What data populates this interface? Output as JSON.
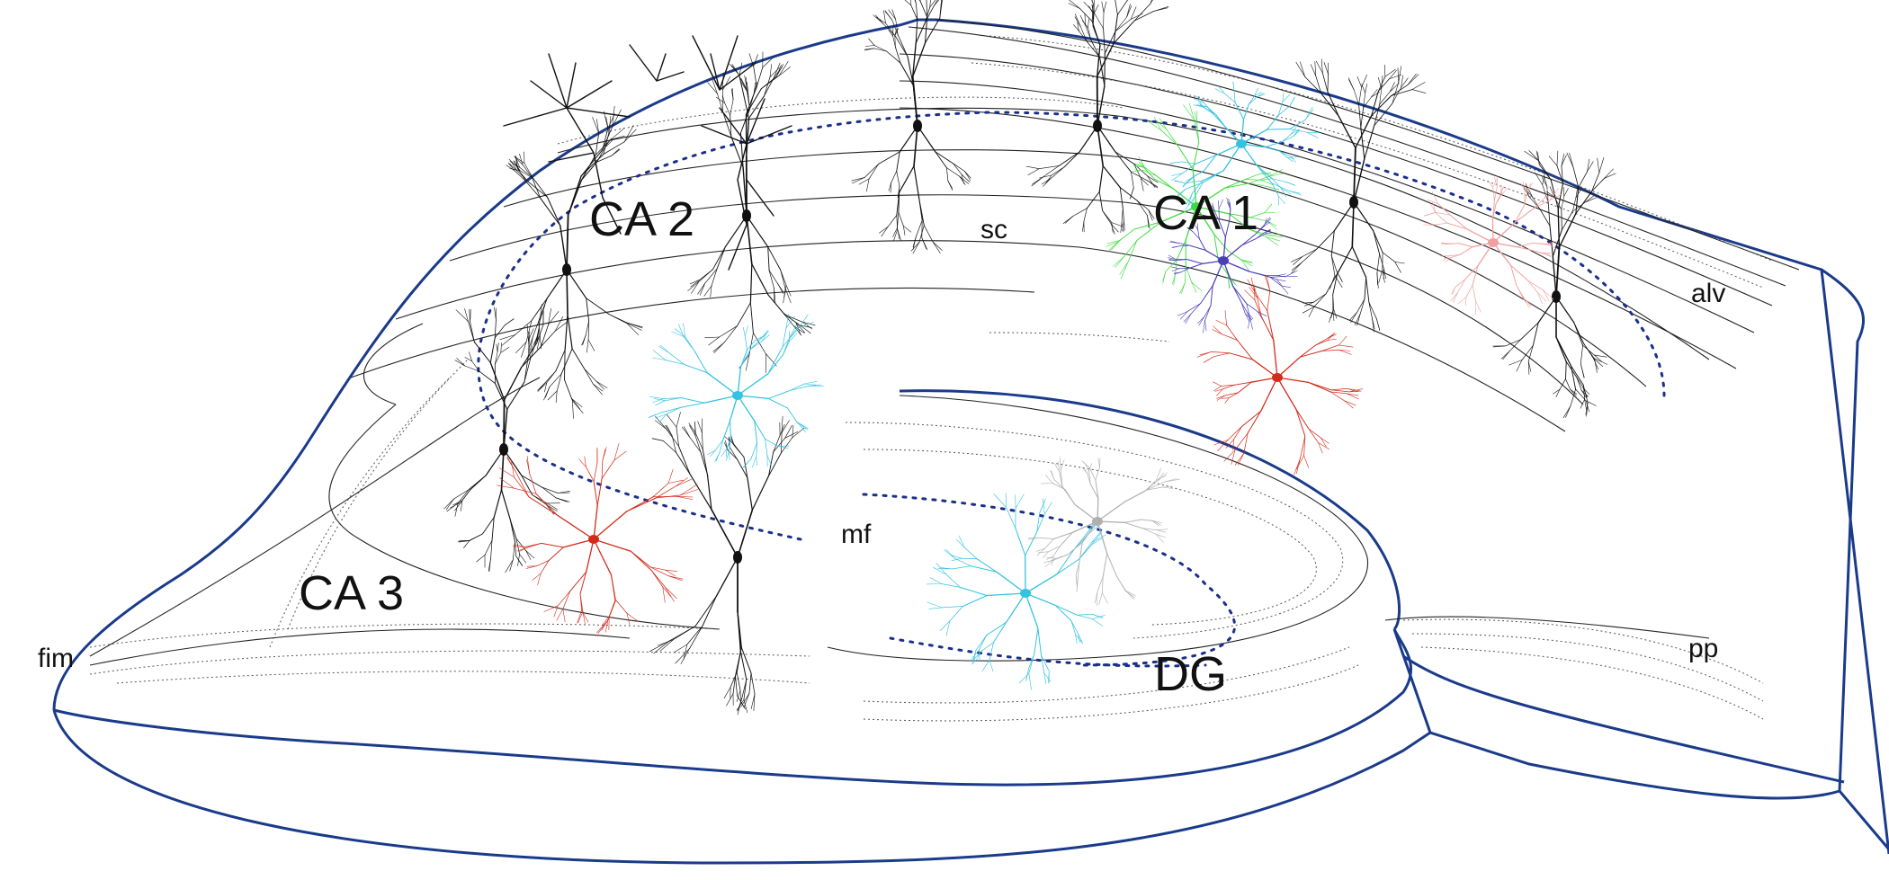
{
  "regions": {
    "ca1": "CA 1",
    "ca2": "CA 2",
    "ca3": "CA 3",
    "dg": "DG"
  },
  "pathways": {
    "sc": "sc",
    "alv": "alv",
    "mf": "mf",
    "fim": "fim",
    "pp": "pp"
  },
  "neurons": [
    {
      "name": "ca2-pyramidal-1",
      "color": "#111111"
    },
    {
      "name": "ca2-pyramidal-2",
      "color": "#111111"
    },
    {
      "name": "ca2-pyramidal-3",
      "color": "#111111"
    },
    {
      "name": "ca2-pyramidal-4",
      "color": "#111111"
    },
    {
      "name": "ca1-pyramidal-1",
      "color": "#111111"
    },
    {
      "name": "ca1-pyramidal-2",
      "color": "#111111"
    },
    {
      "name": "ca1-green-interneuron",
      "color": "#3ddc3d"
    },
    {
      "name": "ca1-cyan-interneuron",
      "color": "#33c2e0"
    },
    {
      "name": "ca1-purple-interneuron",
      "color": "#4a3fb8"
    },
    {
      "name": "ca1-red-interneuron",
      "color": "#d42a1a"
    },
    {
      "name": "ca1-pink-interneuron",
      "color": "#f0a0a0"
    },
    {
      "name": "ca3-pyramidal-1",
      "color": "#111111"
    },
    {
      "name": "ca3-pyramidal-2",
      "color": "#111111"
    },
    {
      "name": "ca3-red-interneuron",
      "color": "#d42a1a"
    },
    {
      "name": "ca3-cyan-interneuron",
      "color": "#33c2e0"
    },
    {
      "name": "dg-granule-cyan",
      "color": "#33c2e0"
    },
    {
      "name": "dg-granule-gray",
      "color": "#b0b0b0"
    }
  ]
}
